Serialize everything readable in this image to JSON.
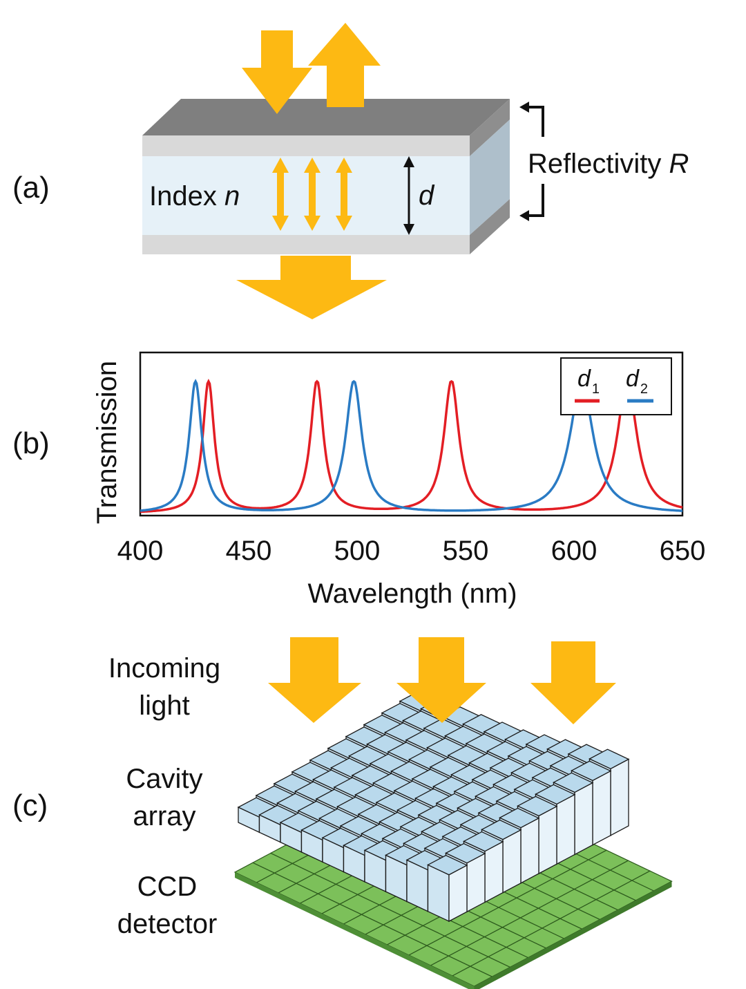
{
  "panels": {
    "a": {
      "label": "(a)",
      "index_prefix": "Index ",
      "index_symbol": "n",
      "thickness_symbol": "d",
      "reflectivity_prefix": "Reflectivity ",
      "reflectivity_symbol": "R"
    },
    "b": {
      "label": "(b)"
    },
    "c": {
      "label": "(c)",
      "incoming_light": [
        "Incoming",
        "light"
      ],
      "cavity_array": [
        "Cavity",
        "array"
      ],
      "ccd_detector": [
        "CCD",
        "detector"
      ]
    }
  },
  "colors": {
    "arrow": "#FDB913",
    "mirror_top": "#7f7f7f",
    "mirror_face": "#d9d9d9",
    "cavity_fill": "#e6f1f8",
    "series_d1": "#e31e24",
    "series_d2": "#2a7bc4",
    "cell_fill": "#b9d9ec",
    "ccd_fill": "#7cc05a"
  },
  "chart_data": {
    "type": "line",
    "xlabel": "Wavelength (nm)",
    "ylabel": "Transmission",
    "xlim": [
      400,
      650
    ],
    "ylim": [
      0,
      1
    ],
    "xticks": [
      400,
      450,
      500,
      550,
      600,
      650
    ],
    "legend": {
      "placement": "top-right"
    },
    "series": [
      {
        "name": "d",
        "subscript": "1",
        "color": "#e31e24",
        "peaks": [
          431.5,
          481.5,
          543.5,
          624.5
        ],
        "widths": [
          3.2,
          3.6,
          4.2,
          5.5
        ]
      },
      {
        "name": "d",
        "subscript": "2",
        "color": "#2a7bc4",
        "peaks": [
          425.5,
          498.5,
          603.5
        ],
        "widths": [
          3.5,
          4.5,
          6.5
        ]
      }
    ]
  }
}
